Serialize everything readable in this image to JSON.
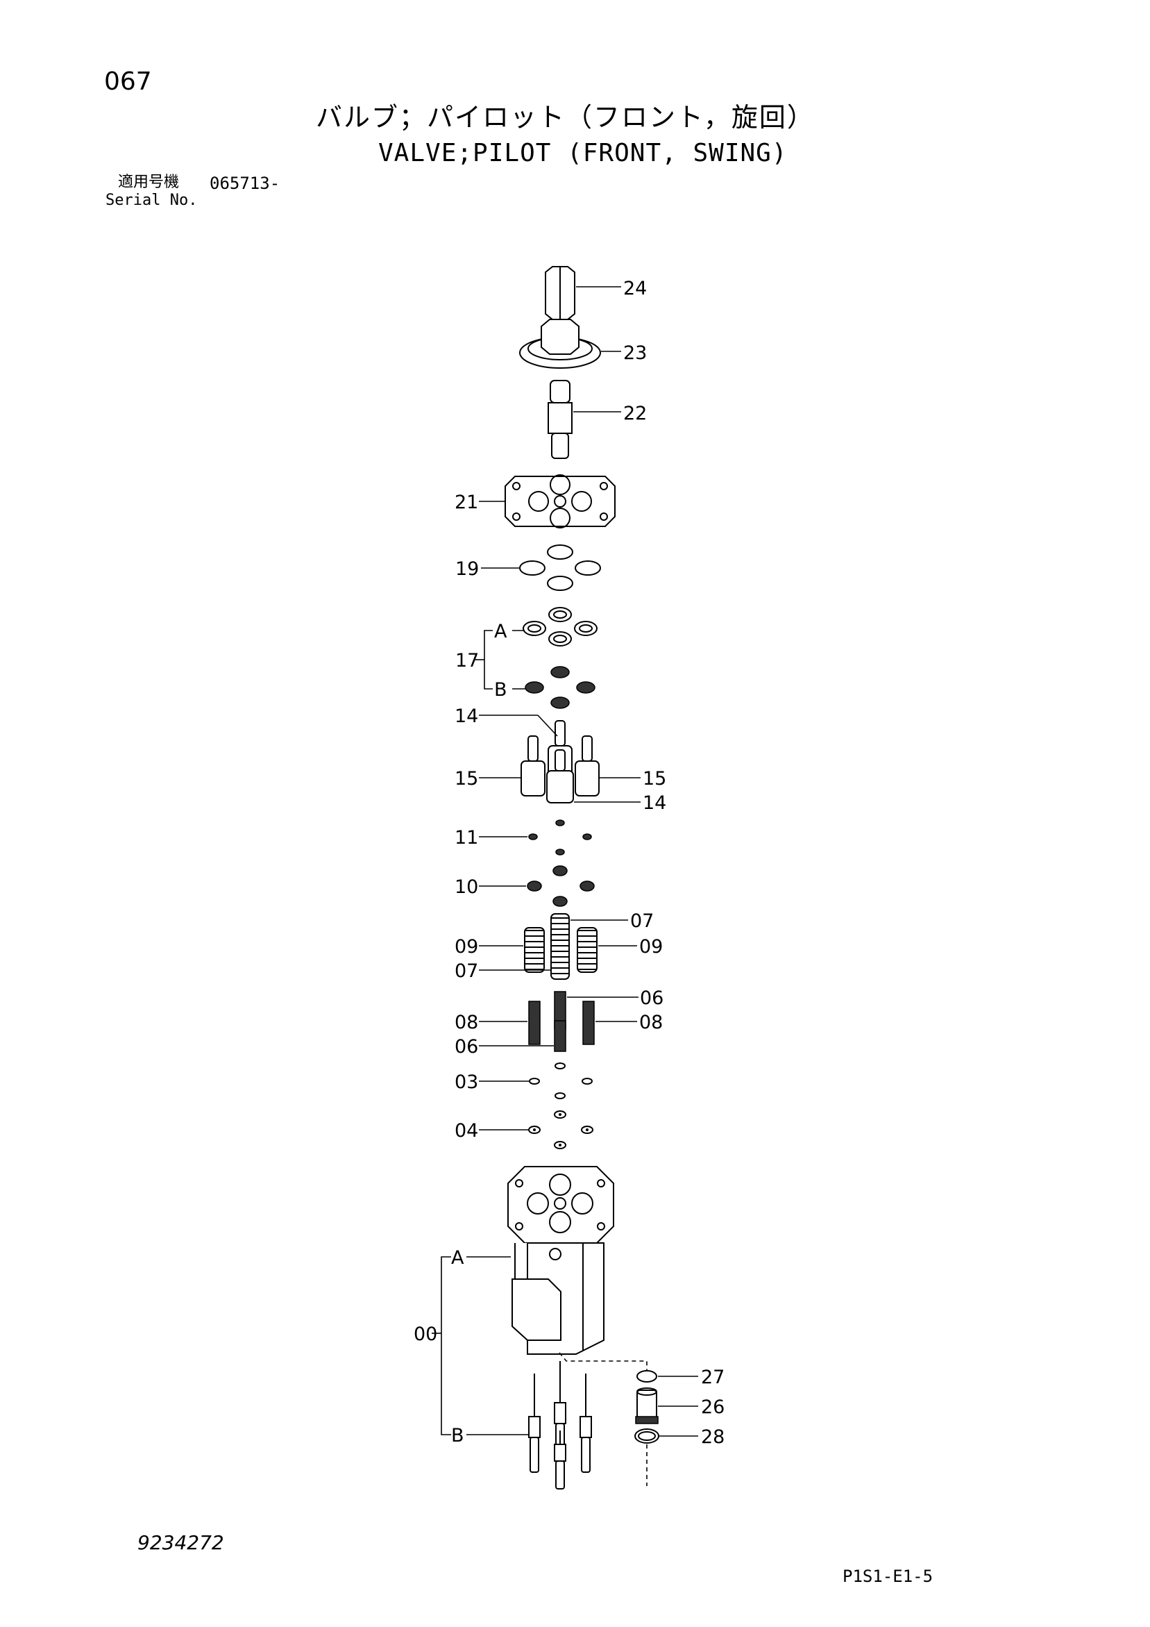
{
  "header": {
    "page_number": "067",
    "title_jp": "バルブ；パイロット（フロント，旋回）",
    "title_en": "VALVE;PILOT (FRONT, SWING)",
    "serial_label_jp": "適用号機",
    "serial_value": "065713-",
    "serial_label_en": "Serial No."
  },
  "callouts": {
    "c24": "24",
    "c23": "23",
    "c22": "22",
    "c21": "21",
    "c19": "19",
    "c17": "17",
    "c17A": "A",
    "c17B": "B",
    "c14a": "14",
    "c15l": "15",
    "c15r": "15",
    "c14b": "14",
    "c11": "11",
    "c10": "10",
    "c07a": "07",
    "c09l": "09",
    "c09r": "09",
    "c07b": "07",
    "c06a": "06",
    "c08l": "08",
    "c08r": "08",
    "c06b": "06",
    "c03": "03",
    "c04": "04",
    "c00": "00",
    "c00A": "A",
    "c00B": "B",
    "c27": "27",
    "c26": "26",
    "c28": "28"
  },
  "footer": {
    "drawing_number": "9234272",
    "page_code": "P1S1-E1-5"
  }
}
